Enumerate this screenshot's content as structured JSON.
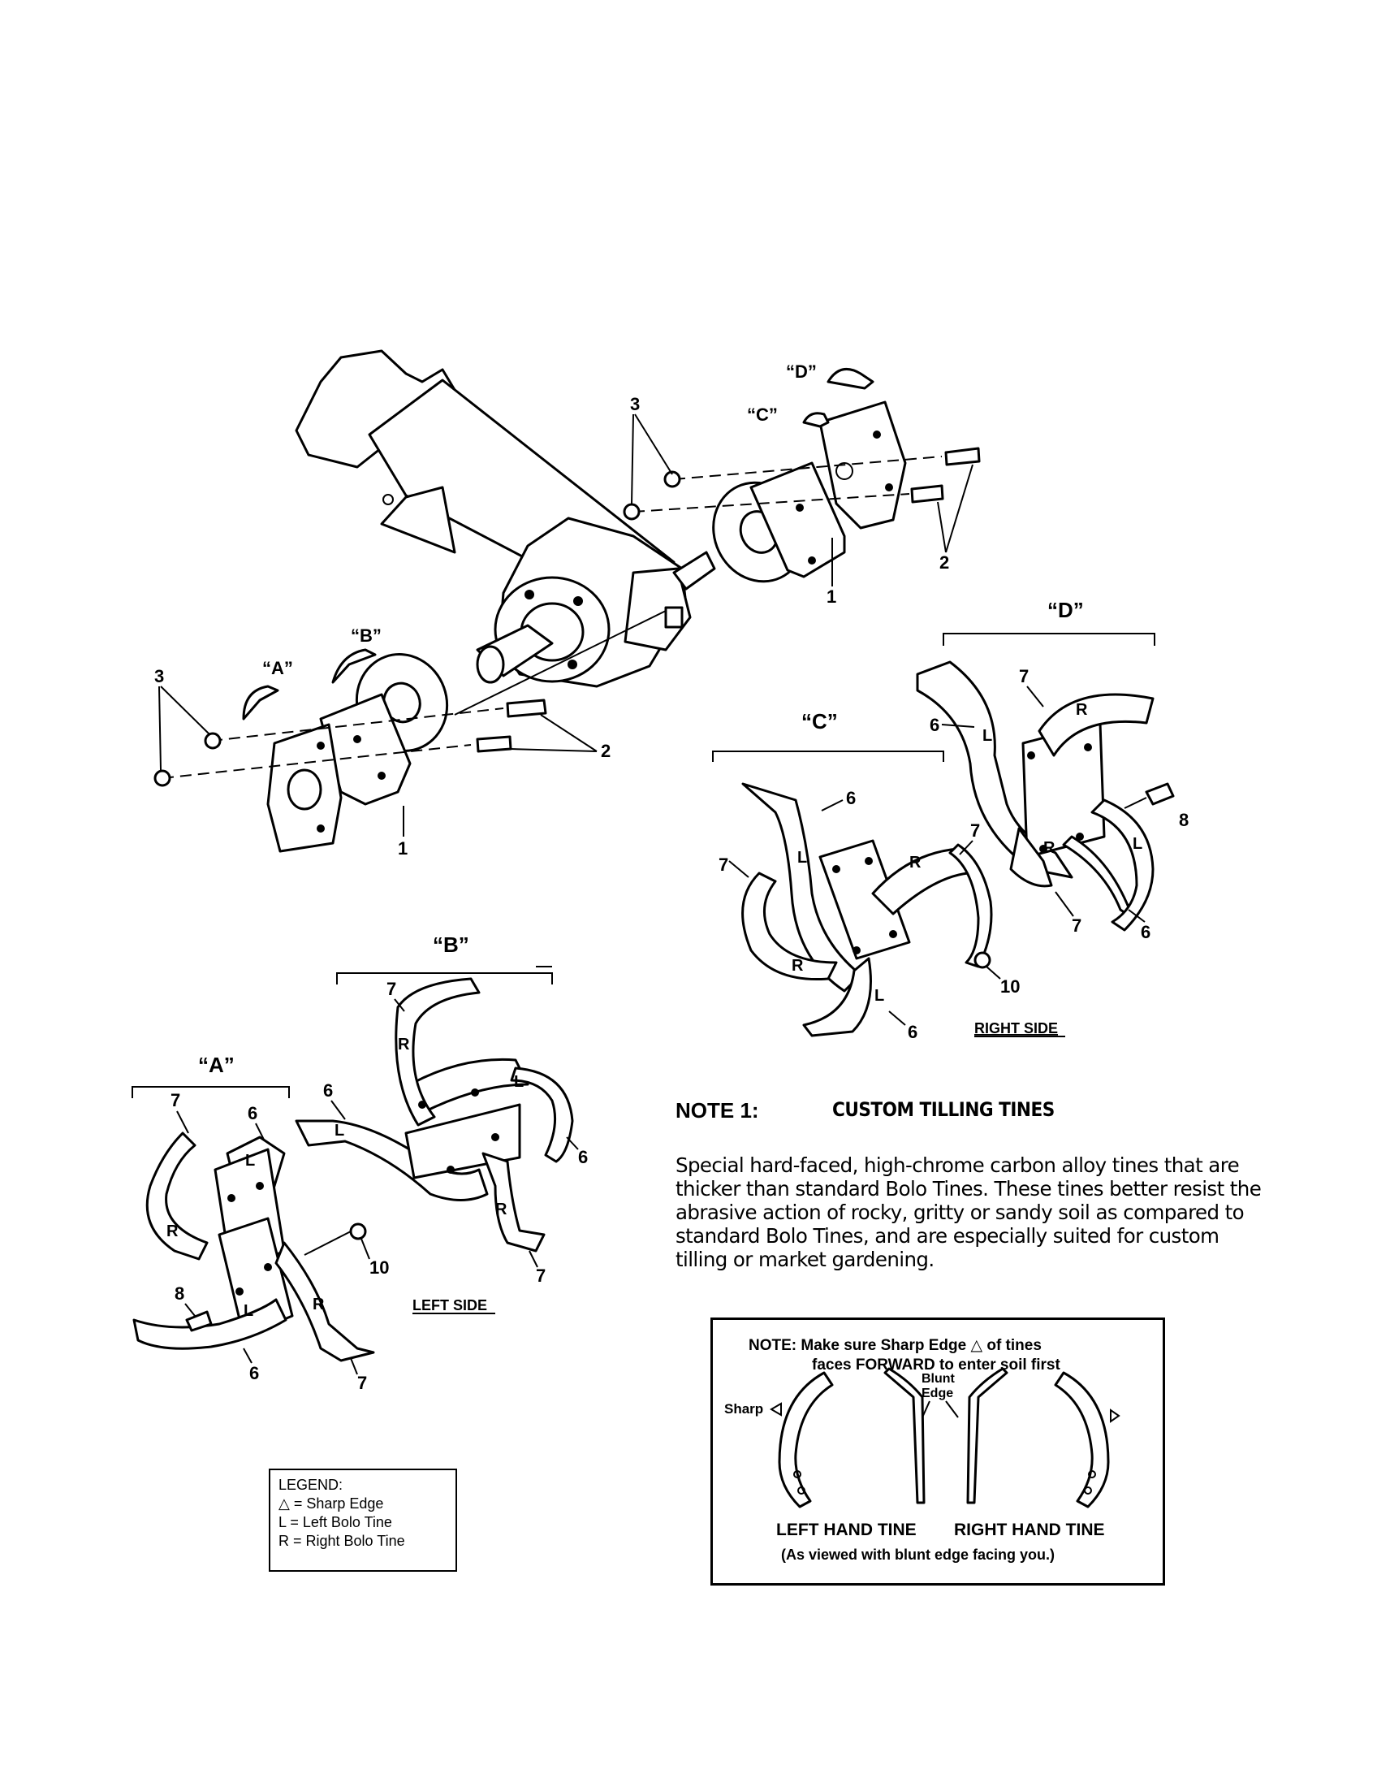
{
  "figure": {
    "callouts": {
      "A": "“A”",
      "B": "“B”",
      "C": "“C”",
      "D": "“D”"
    },
    "part_numbers": {
      "n1": "1",
      "n2": "2",
      "n3": "3",
      "n6": "6",
      "n7": "7",
      "n8": "8",
      "n10": "10"
    },
    "tine_marks": {
      "left": "L",
      "right": "R"
    },
    "side_labels": {
      "left_side": "LEFT SIDE",
      "right_side": "RIGHT SIDE"
    }
  },
  "note1": {
    "title": "NOTE 1:",
    "heading": "CUSTOM TILLING TINES",
    "body_lines": [
      "Special hard-faced, high-chrome carbon alloy tines that are",
      "thicker than standard Bolo Tines. These tines better resist the",
      "abrasive action of rocky, gritty or sandy soil as compared to",
      "standard Bolo Tines, and are especially suited for custom",
      "tilling or market gardening."
    ]
  },
  "legend": {
    "title": "LEGEND:",
    "entries": [
      "△ = Sharp Edge",
      "L  =  Left Bolo Tine",
      "R  =  Right Bolo Tine"
    ]
  },
  "sharp_edge_note": {
    "line1": "NOTE:  Make sure Sharp Edge △ of tines",
    "line2": "faces FORWARD to enter soil first",
    "sharp_label": "Sharp",
    "blunt_label_1": "Blunt",
    "blunt_label_2": "Edge",
    "left_hand": "LEFT HAND TINE",
    "right_hand": "RIGHT HAND TINE",
    "footer": "(As viewed with blunt edge facing you.)"
  }
}
